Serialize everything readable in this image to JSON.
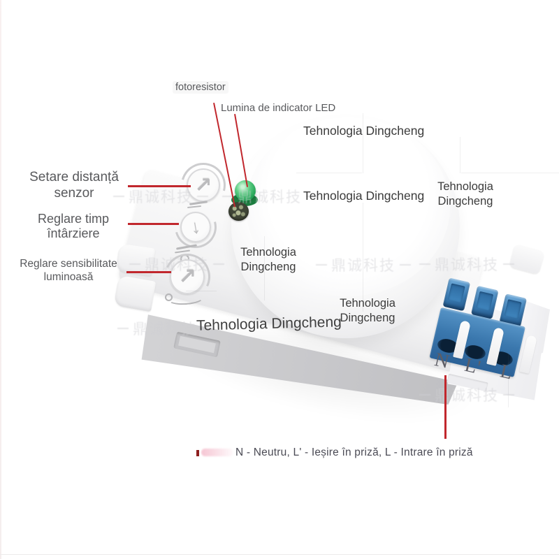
{
  "annotations": {
    "fotoresistor": {
      "label": "fotoresistor"
    },
    "led": {
      "label": "Lumina de indicator LED"
    },
    "distance": {
      "line1": "Setare distanță",
      "line2": "senzor"
    },
    "delay": {
      "line1": "Reglare timp",
      "line2": "întârziere"
    },
    "sensitivity": {
      "line1": "Reglare sensibilitate",
      "line2": "luminoasă"
    },
    "wiring": {
      "label": "N - Neutru, L' - Ieșire în priză, L - Intrare în priză"
    }
  },
  "watermarks": {
    "brand_full": "Tehnologia Dingcheng",
    "brand_line1": "Tehnologia",
    "brand_line2": "Dingcheng",
    "chinese": "鼎诚科技"
  },
  "device": {
    "terminal_labels": {
      "neutral": "N",
      "load_out": "L'",
      "line_in": "L"
    },
    "dial_arrows": {
      "dial1": "↗",
      "dial2": "↓",
      "dial3": "↗"
    }
  },
  "colors": {
    "annotation_red": "#c1272d",
    "terminal_blue": "#3a77ad",
    "led_green": "#23a355",
    "label_gray": "#58595c",
    "watermark_dark": "#3b3b3b",
    "watermark_light": "#cfcfd3"
  }
}
